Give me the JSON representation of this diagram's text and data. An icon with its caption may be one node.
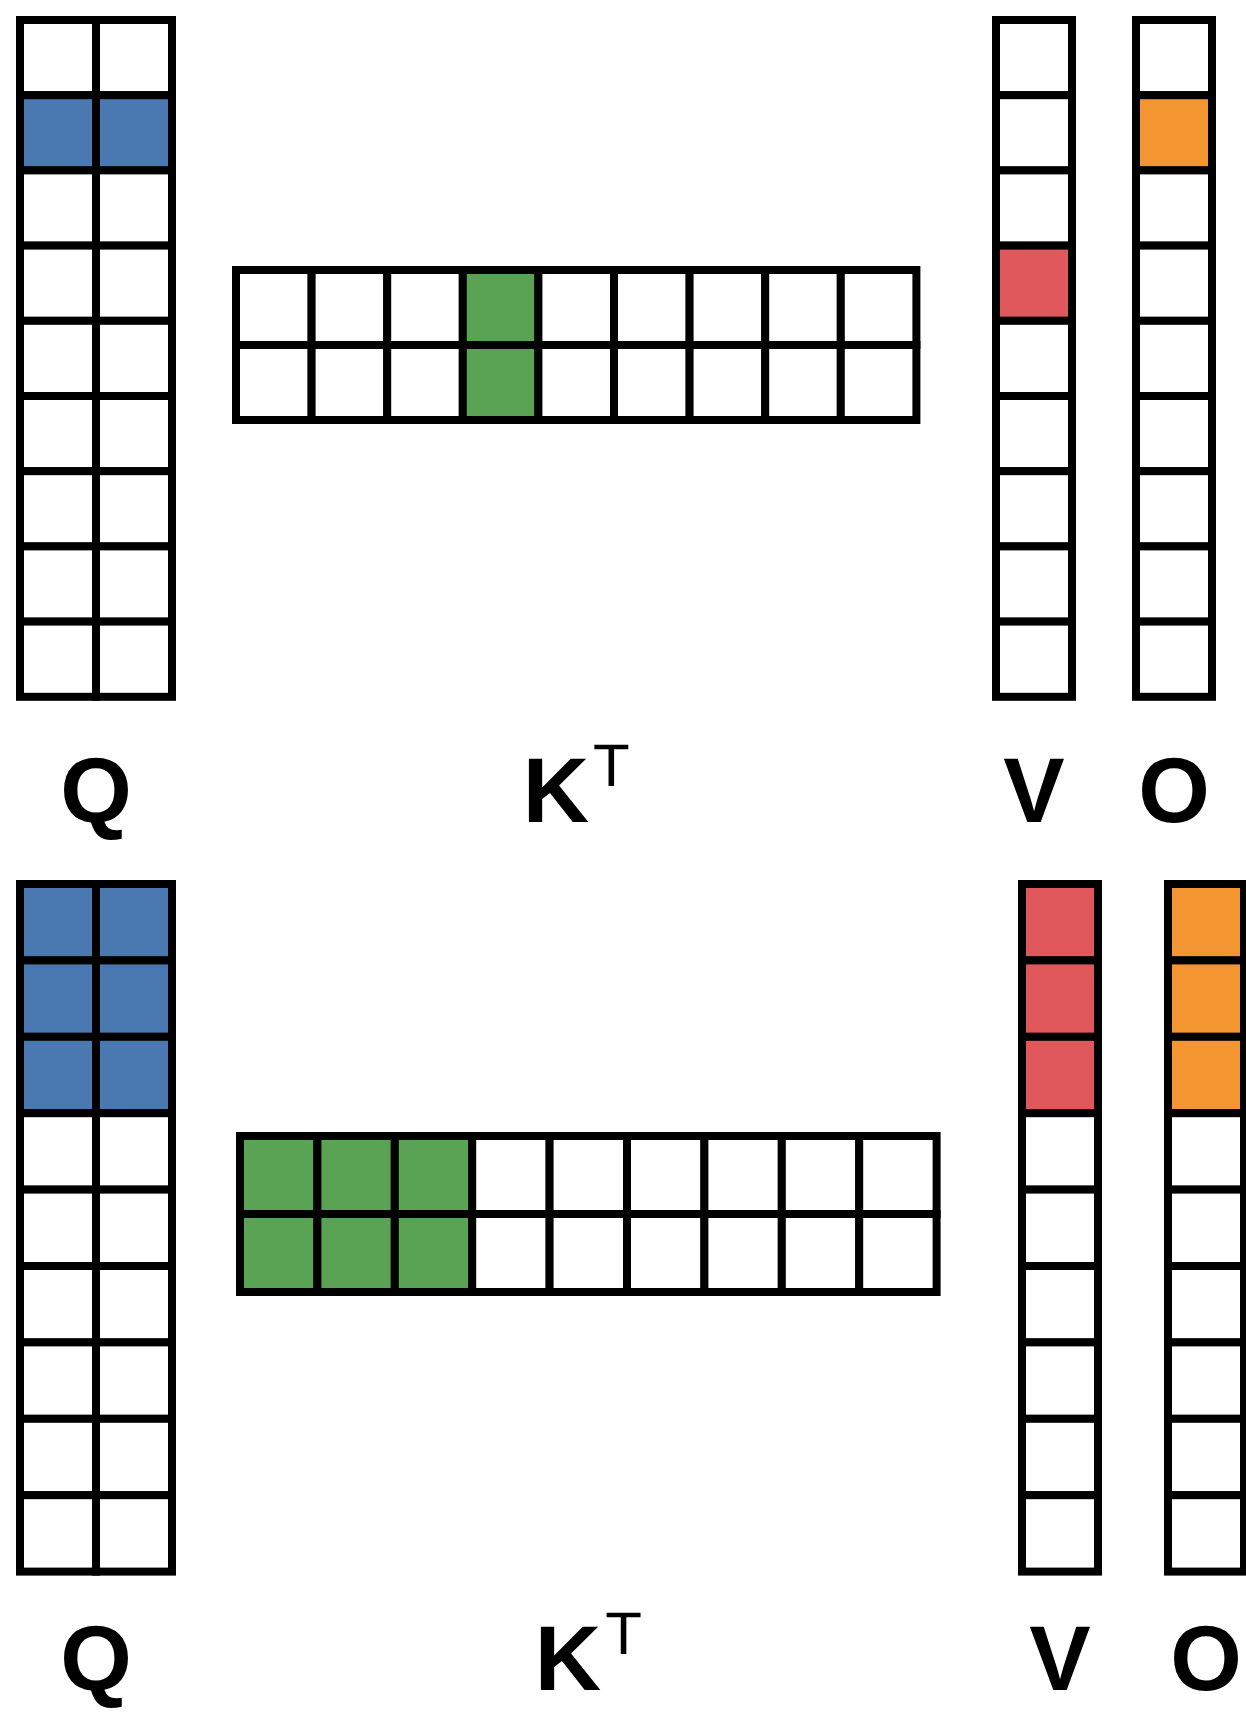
{
  "diagram": {
    "nodes": [
      {
        "text": [
          "Q"
        ]
      },
      {
        "text": [
          "K$^{T}$"
        ]
      },
      {
        "text": [
          "V"
        ]
      },
      {
        "text": [
          "O"
        ]
      },
      {
        "text": [
          "Q"
        ]
      },
      {
        "text": [
          "K$^{T}$"
        ]
      },
      {
        "text": [
          "V"
        ]
      },
      {
        "text": [
          "O"
        ]
      }
    ]
  }
}
